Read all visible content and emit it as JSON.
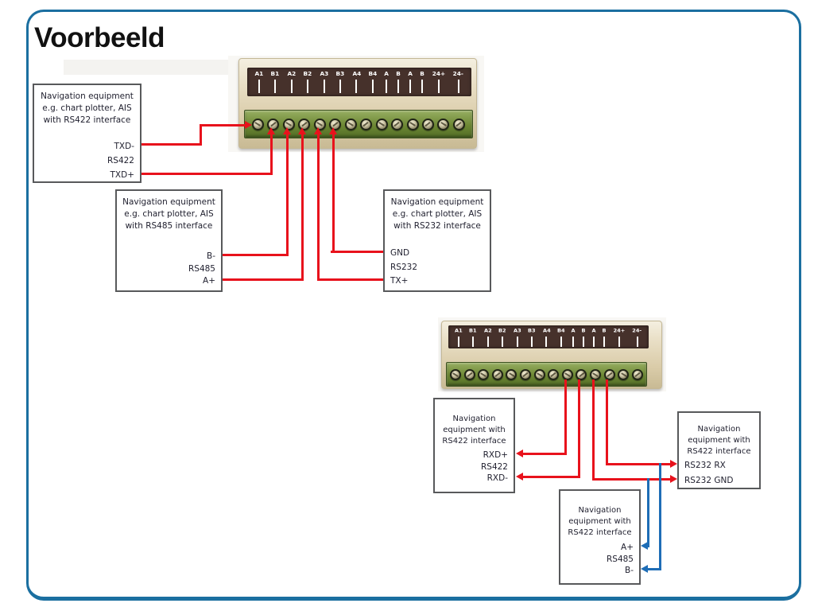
{
  "page": {
    "title": "Voorbeeld"
  },
  "colors": {
    "wire_red": "#e8121c",
    "wire_blue": "#1e6db6",
    "frame_blue": "#1b6fa0",
    "terminal_label_bg": "#46312b",
    "terminal_green": "#6d8834",
    "housing_beige": "#e9dfc6"
  },
  "terminal_block_labels": [
    "A1",
    "B1",
    "A2",
    "B2",
    "A3",
    "B3",
    "A4",
    "B4",
    "A",
    "B",
    "A",
    "B",
    "24+",
    "24-"
  ],
  "boxes": {
    "rs422_source": {
      "title": "Navigation equipment\ne.g. chart plotter, AIS\nwith RS422 interface",
      "pins": [
        "TXD-",
        "RS422",
        "TXD+"
      ]
    },
    "rs485_source": {
      "title": "Navigation equipment\ne.g. chart plotter, AIS\nwith RS485 interface",
      "pins": [
        "B-",
        "RS485",
        "A+"
      ]
    },
    "rs232_source": {
      "title": "Navigation equipment\ne.g. chart plotter, AIS\nwith RS232 interface",
      "pins": [
        "GND",
        "RS232",
        "TX+"
      ]
    },
    "rs422_sink": {
      "title": "Navigation\nequipment with\nRS422 interface",
      "pins": [
        "RXD+",
        "RS422",
        "RXD-"
      ]
    },
    "rs485_sink": {
      "title": "Navigation\nequipment with\nRS422 interface",
      "pins": [
        "A+",
        "RS485",
        "B-"
      ]
    },
    "rs232_sink": {
      "title": "Navigation\nequipment with\nRS422 interface",
      "pins": [
        "RS232 RX",
        "RS232 GND"
      ]
    }
  }
}
